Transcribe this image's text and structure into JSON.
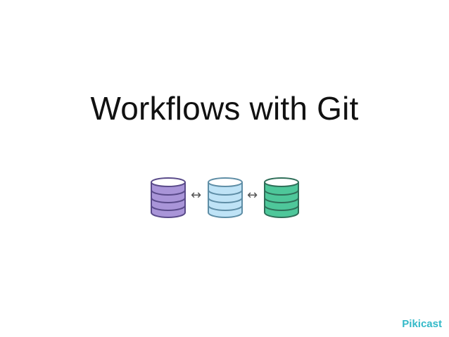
{
  "slide": {
    "title": "Workflows with Git",
    "arrows": [
      "↔",
      "↔"
    ],
    "brand": "Pikicast"
  },
  "icons": {
    "databases": [
      {
        "name": "database-icon-purple",
        "fill": "#a995d8",
        "stroke": "#5a4b8a"
      },
      {
        "name": "database-icon-blue",
        "fill": "#bfe3f6",
        "stroke": "#5f8ea6"
      },
      {
        "name": "database-icon-green",
        "fill": "#4ec79a",
        "stroke": "#2f6f59"
      }
    ]
  }
}
